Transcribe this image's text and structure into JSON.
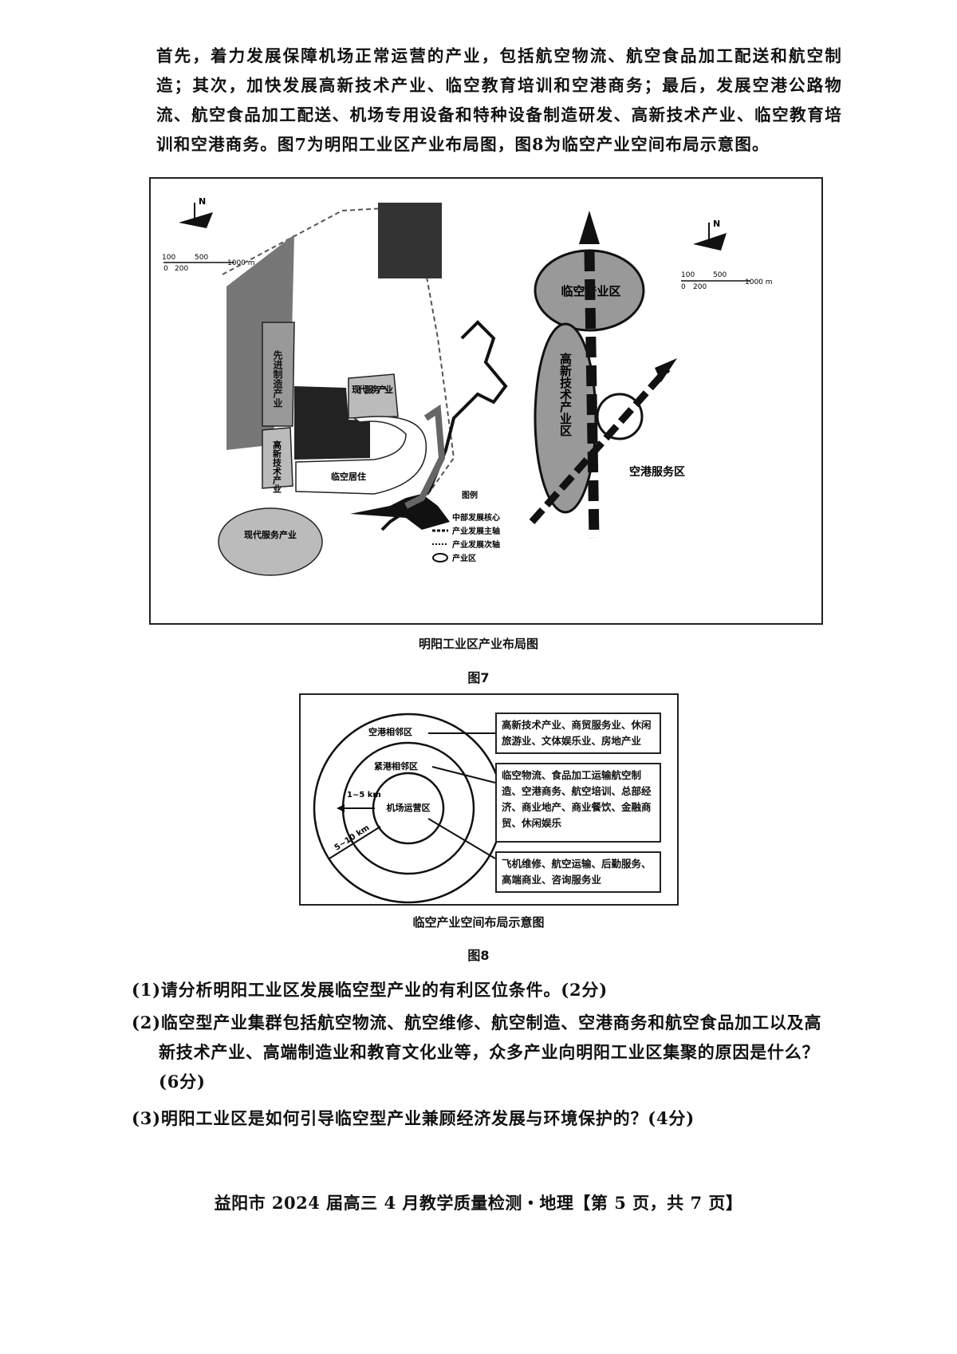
{
  "intro_text": "首先，着力发展保障机场正常运营的产业，包括航空物流、航空食品加工配送和航空制造；其次，加快发展高新技术产业、临空教育培训和空港商务；最后，发展空港公路物流、航空食品加工配送、机场专用设备和特种设备制造研发、高新技术产业、临空教育培训和空港商务。图7为明阳工业区产业布局图，图8为临空产业空间布局示意图。",
  "fig7": {
    "caption": "明阳工业区产业布局图",
    "label": "图7",
    "north": "N",
    "scale_left": [
      "100",
      "500",
      "0",
      "200",
      "1000 m"
    ],
    "scale_right": [
      "100",
      "500",
      "0",
      "200",
      "1000 m"
    ],
    "zones": {
      "industry_left": "先进制造产业",
      "modern_service_1": "现代服务产业",
      "hightech_left": "高新技术产业",
      "residential": "临空居住",
      "modern_service_2": "现代服务产业",
      "airport_industry": "临空产业区",
      "hightech_right": "高新技术产业区",
      "airport_service": "空港服务区"
    },
    "legend": {
      "title": "图例",
      "items": [
        "中部发展核心",
        "产业发展主轴",
        "产业发展次轴",
        "产业区"
      ]
    }
  },
  "fig8": {
    "caption": "临空产业空间布局示意图",
    "label": "图8",
    "rings": {
      "outer": "空港相邻区",
      "middle": "紧港相邻区",
      "inner": "机场运营区"
    },
    "distances": [
      "1~5 km",
      "5~10 km"
    ],
    "boxes": [
      "高新技术产业、商贸服务业、休闲旅游业、文体娱乐业、房地产业",
      "临空物流、食品加工运输航空制造、空港商务、航空培训、总部经济、商业地产、商业餐饮、金融商贸、休闲娱乐",
      "飞机维修、航空运输、后勤服务、高端商业、咨询服务业"
    ]
  },
  "questions": {
    "q1": "(1)请分析明阳工业区发展临空型产业的有利区位条件。(2分)",
    "q2_line1": "(2)临空型产业集群包括航空物流、航空维修、航空制造、空港商务和航空食品加工以及高",
    "q2_line2": "新技术产业、高端制造业和教育文化业等，众多产业向明阳工业区集聚的原因是什么？",
    "q2_line3": "(6分)",
    "q3": "(3)明阳工业区是如何引导临空型产业兼顾经济发展与环境保护的？(4分)"
  },
  "footer": "益阳市 2024 届高三 4 月教学质量检测・地理【第 5 页，共 7 页】"
}
